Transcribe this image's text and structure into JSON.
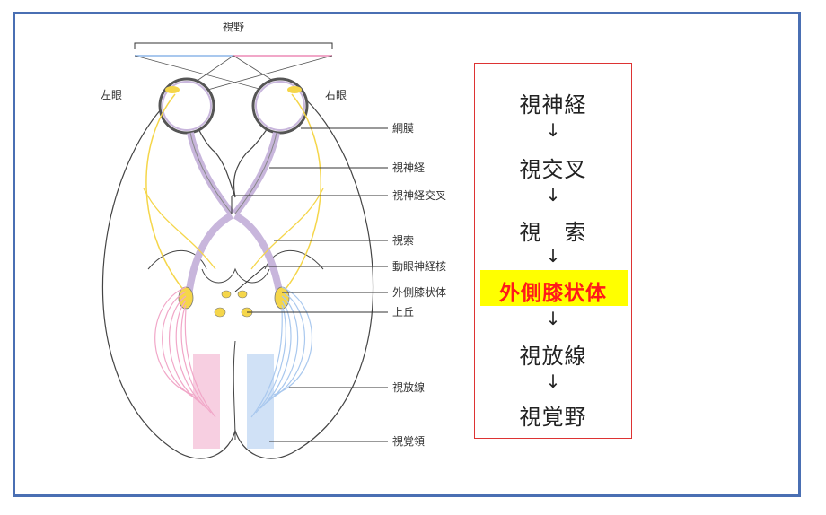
{
  "diagram": {
    "labels": {
      "visual_field": "視野",
      "left_eye": "左眼",
      "right_eye": "右眼",
      "retina": "網膜",
      "optic_nerve": "視神経",
      "optic_chiasm": "視神経交叉",
      "optic_tract": "視索",
      "oculomotor_nucleus": "動眼神経核",
      "lgn": "外側膝状体",
      "superior_colliculus": "上丘",
      "optic_radiation": "視放線",
      "visual_cortex": "視覚領"
    },
    "colors": {
      "frame": "#4a6fb3",
      "pathway_yellow": "#f5d64a",
      "pathway_blue": "#a9c8ee",
      "pathway_pink": "#f1a7c8",
      "flow_border": "#dd3333",
      "highlight_bg": "#ffff00",
      "highlight_text": "#ff1a1a"
    }
  },
  "flow": {
    "steps": [
      "視神経",
      "視交叉",
      "視　索",
      "外側膝状体",
      "視放線",
      "視覚野"
    ],
    "arrow": "↓",
    "highlighted_step": "外側膝状体"
  }
}
